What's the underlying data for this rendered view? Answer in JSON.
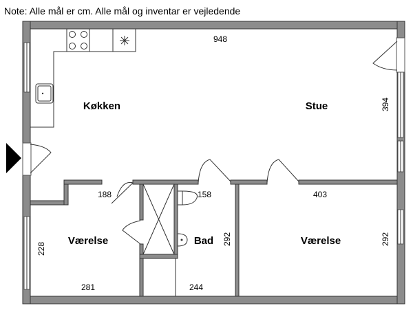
{
  "note": "Note: Alle mål er cm. Alle mål og inventar er vejledende",
  "rooms": {
    "kitchen": {
      "label": "Køkken"
    },
    "living": {
      "label": "Stue"
    },
    "bedroom_left": {
      "label": "Værelse"
    },
    "bath": {
      "label": "Bad"
    },
    "bedroom_right": {
      "label": "Værelse"
    }
  },
  "dimensions": {
    "total_width": "948",
    "living_depth": "394",
    "hall_188": "188",
    "hall_158": "158",
    "bedroom_right_width": "403",
    "bedroom_left_depth": "228",
    "bedroom_left_width": "281",
    "bath_depth": "292",
    "bath_width": "244",
    "bedroom_right_depth": "292"
  },
  "colors": {
    "wall": "#8c8c8c",
    "entry_arrow": "#000000"
  }
}
